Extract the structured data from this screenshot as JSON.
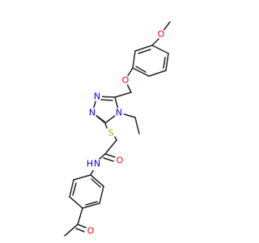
{
  "structure": {
    "colors": {
      "bond": "#222222",
      "oxygen": "#ff0000",
      "nitrogen": "#0000ff",
      "sulfur": "#c8a000"
    },
    "labels": {
      "methoxy_oxygen": "O",
      "ether_oxygen": "O",
      "triazole_n1": "N",
      "triazole_n2": "N",
      "triazole_n4": "N",
      "thioether_sulfur": "S",
      "amide_oxygen": "O",
      "amide_nitrogen": "N",
      "amide_hydrogen": "H",
      "ketone_oxygen": "O"
    }
  }
}
